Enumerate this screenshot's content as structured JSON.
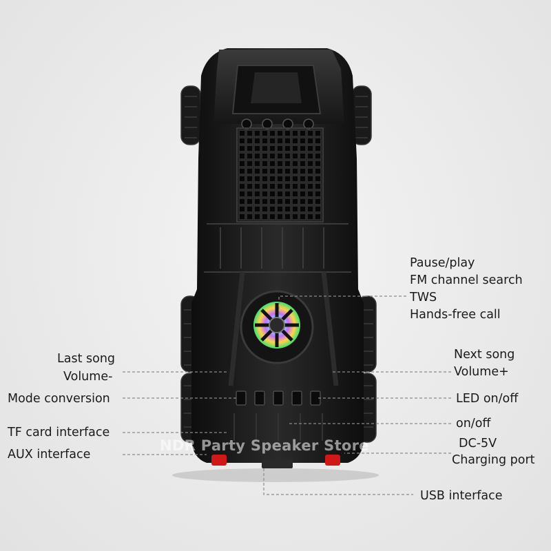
{
  "labels": {
    "pause_play": "Pause/play",
    "fm_search": "FM channel search",
    "tws": "TWS",
    "hands_free": "Hands-free call",
    "last_song": "Last song",
    "volume_minus": "Volume-",
    "next_song": "Next song",
    "volume_plus": "Volume+",
    "mode_conversion": "Mode conversion",
    "led_onoff": "LED on/off",
    "onoff": "on/off",
    "tf_card": "TF card interface",
    "dc5v": "DC-5V",
    "charging_port": "Charging port",
    "aux": "AUX interface",
    "usb": "USB interface"
  },
  "watermark": "NDR Party Speaker Store",
  "colors": {
    "background": "#ececec",
    "body": "#1b1b1b",
    "leader_line": "#888888",
    "tail_light": "#d01818"
  }
}
